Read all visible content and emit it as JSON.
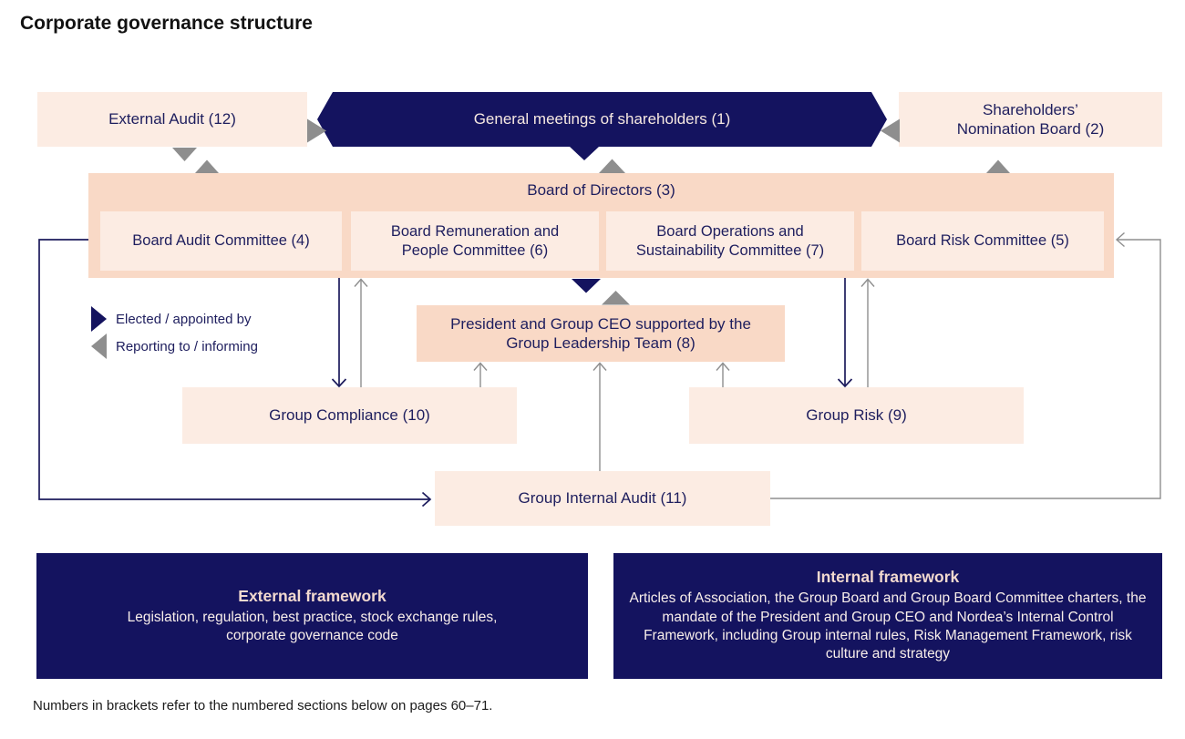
{
  "title": "Corporate governance structure",
  "legend": {
    "elected": "Elected / appointed by",
    "reporting": "Reporting to / informing"
  },
  "nodes": {
    "external_audit": "External Audit (12)",
    "general_meetings": "General meetings of shareholders (1)",
    "shareholders_nomination": "Shareholders’ Nomination Board (2)",
    "board": "Board of Directors (3)",
    "audit_committee": "Board Audit Committee (4)",
    "remuneration_committee": "Board Remuneration and People Committee (6)",
    "operations_committee": "Board Operations and Sustainability Committee (7)",
    "risk_committee": "Board Risk Committee (5)",
    "ceo": "President and Group CEO supported by the Group Leadership Team (8)",
    "group_compliance": "Group Compliance (10)",
    "group_risk": "Group Risk (9)",
    "group_internal_audit": "Group Internal Audit (11)"
  },
  "frameworks": {
    "external": {
      "title": "External framework",
      "body": "Legislation, regulation, best practice, stock exchange rules, corporate governance code"
    },
    "internal": {
      "title": "Internal framework",
      "body": "Articles of Association, the Group Board and Group Board Committee charters, the mandate of the President and Group CEO and Nordea’s Internal Control Framework, including Group internal rules, Risk Management Framework, risk culture and strategy"
    }
  },
  "footnote": "Numbers in brackets refer to the numbered sections below on pages 60–71.",
  "colors": {
    "navy": "#14135f",
    "salmon": "#f9d9c6",
    "light_pink": "#fcece3",
    "arrow_gray": "#8e8e8e",
    "text_navy": "#1e1e5e"
  }
}
